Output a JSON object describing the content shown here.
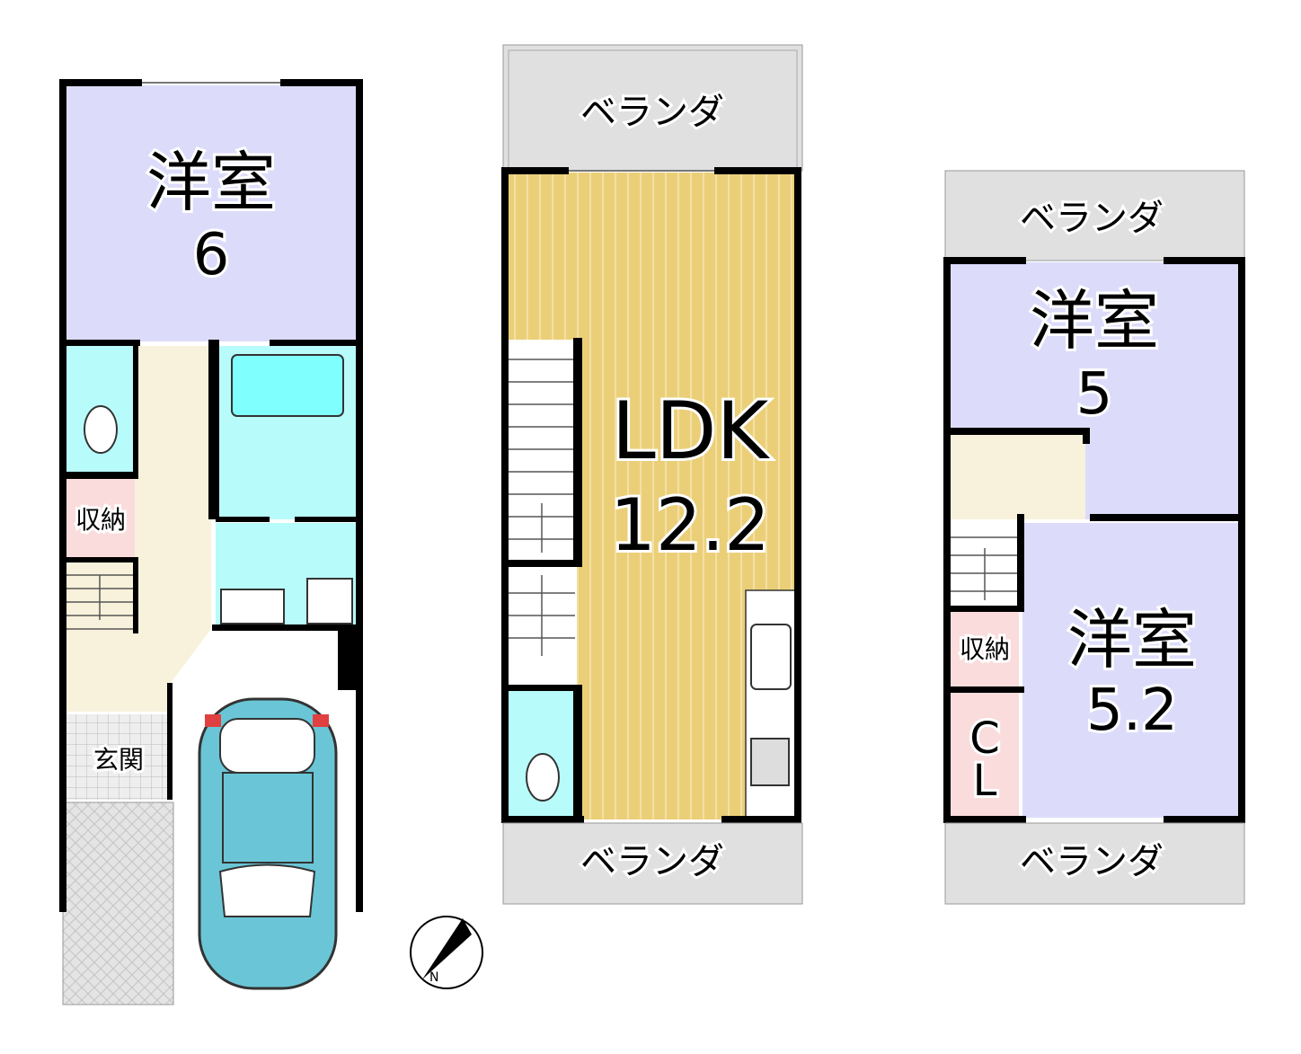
{
  "floor1": {
    "bedroom": {
      "label": "洋室",
      "size": "6"
    },
    "storage": "収納",
    "entrance": "玄関"
  },
  "floor2": {
    "veranda_top": "ベランダ",
    "ldk": {
      "label": "LDK",
      "size": "12.2"
    },
    "veranda_bottom": "ベランダ"
  },
  "floor3": {
    "veranda_top": "ベランダ",
    "bedroom_a": {
      "label": "洋室",
      "size": "5"
    },
    "storage": "収納",
    "closet_c": "C",
    "closet_l": "L",
    "bedroom_b": {
      "label": "洋室",
      "size": "5.2"
    },
    "veranda_bottom": "ベランダ"
  },
  "compass": "N",
  "colors": {
    "bedroom": "#dcdcfa",
    "wet": "#b8fbfb",
    "bath": "#80ffff",
    "hall": "#f8f2dc",
    "storage": "#fadcdc",
    "ldk": "#ebcf78",
    "veranda": "#e0e0e0",
    "car": "#6ac6d6"
  }
}
